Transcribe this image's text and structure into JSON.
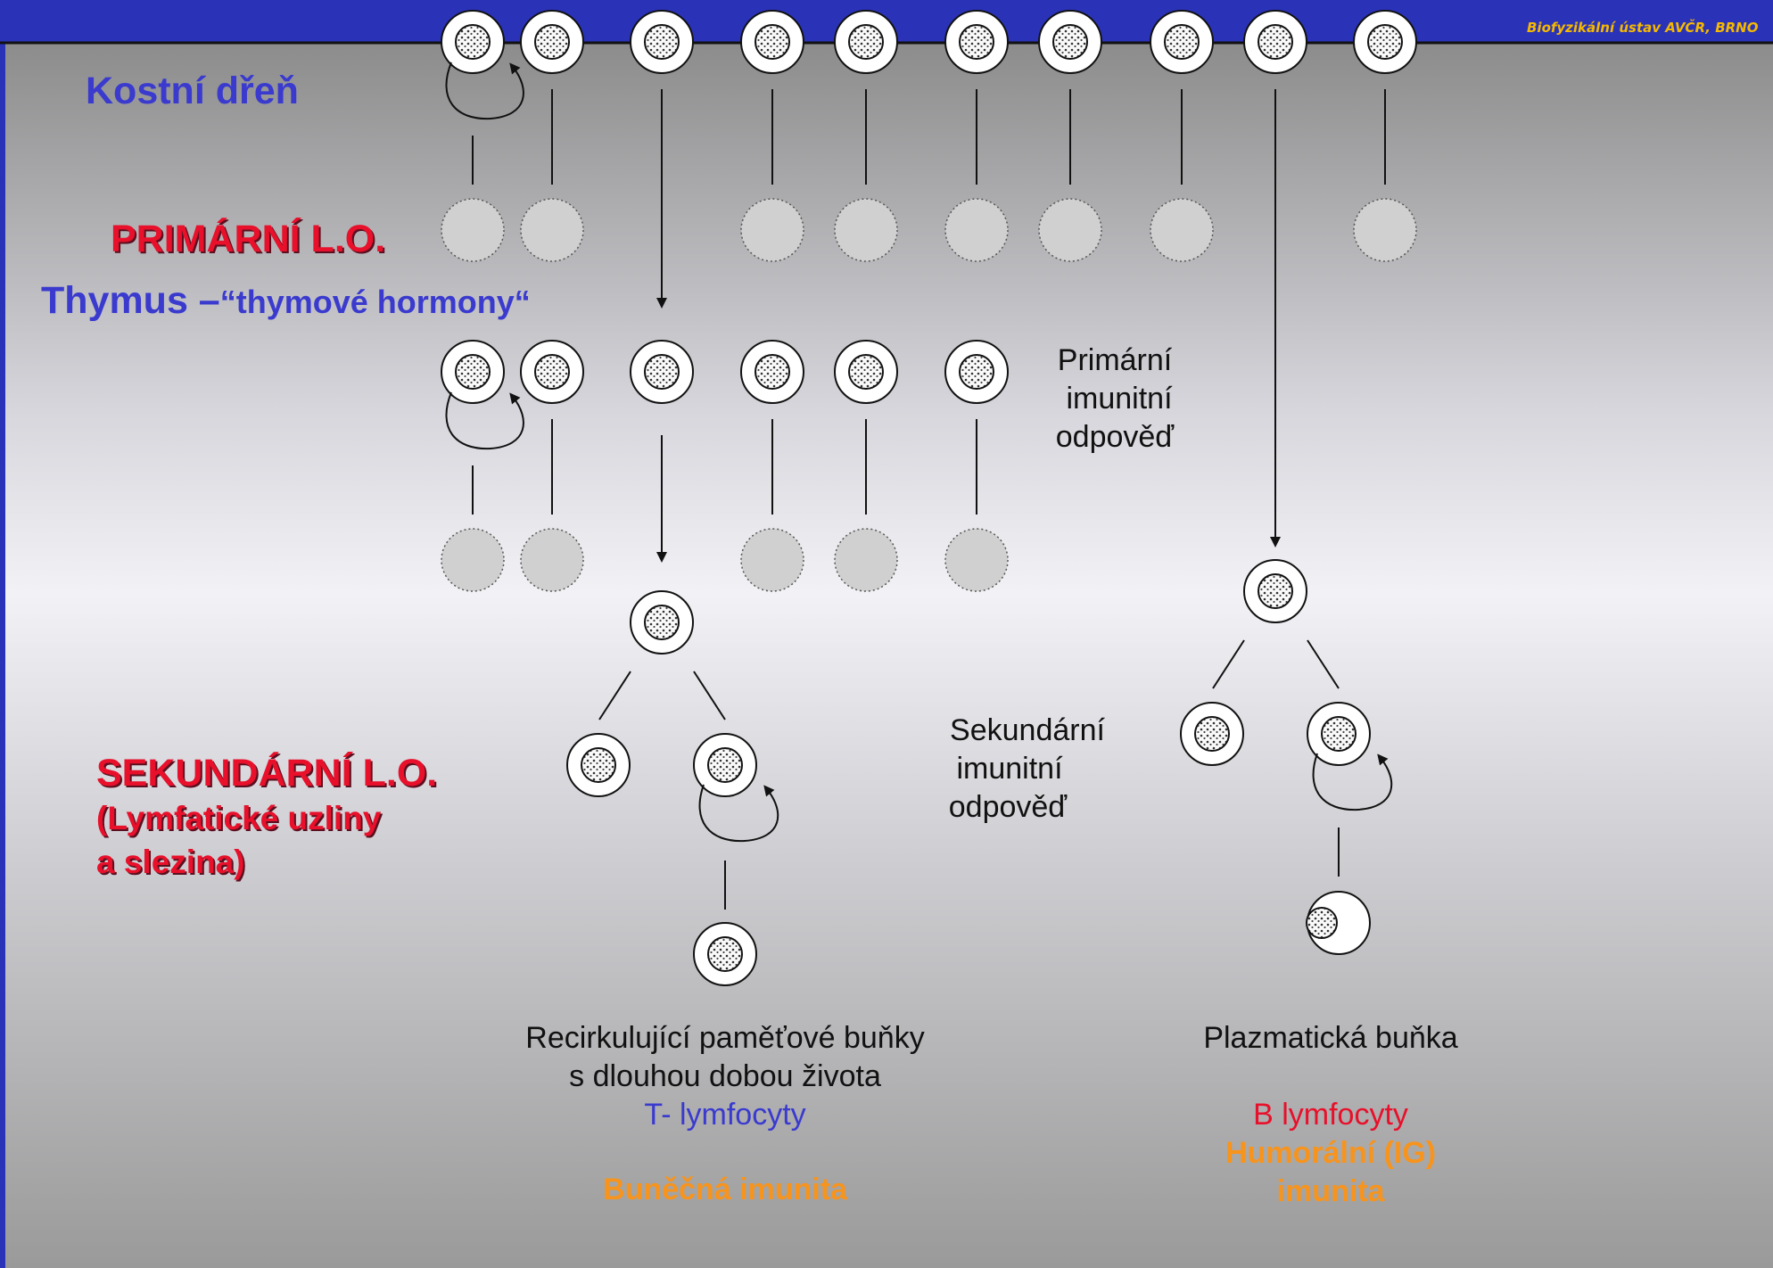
{
  "header": {
    "credit": "Biofyzikální ústav AVČR, BRNO"
  },
  "labels": {
    "bone_marrow": "Kostní dřeň",
    "primary_lo": "PRIMÁRNÍ L.O.",
    "thymus_prefix": "Thymus –",
    "thymus_hormones": "“thymové hormony“",
    "primary_response": [
      "Primární",
      "imunitní",
      "odpověď"
    ],
    "secondary_lo": "SEKUNDÁRNÍ L.O.",
    "secondary_lo_detail": [
      "(Lymfatické uzliny",
      "a slezina)"
    ],
    "secondary_response": [
      "Sekundární",
      "imunitní",
      "odpověď"
    ],
    "memory_cells": [
      "Recirkulující  paměťové buňky",
      "s dlouhou dobou života"
    ],
    "t_lymphocytes": "T- lymfocyty",
    "cellular_immunity": "Buněčná imunita",
    "plasma_cell": "Plazmatická buňka",
    "b_lymphocytes": "B lymfocyty",
    "humoral_immunity": [
      "Humorální (IG)",
      "imunita"
    ]
  },
  "colors": {
    "background_top": "#8f8f8f",
    "background_mid": "#e8e8ee",
    "background_bottom": "#9a9a9a",
    "frame": "#2a33b8",
    "title_blue": "#3a3acf",
    "title_red": "#e8102a",
    "immunity_orange": "#f7941d",
    "credit_gold": "#f5b800"
  }
}
